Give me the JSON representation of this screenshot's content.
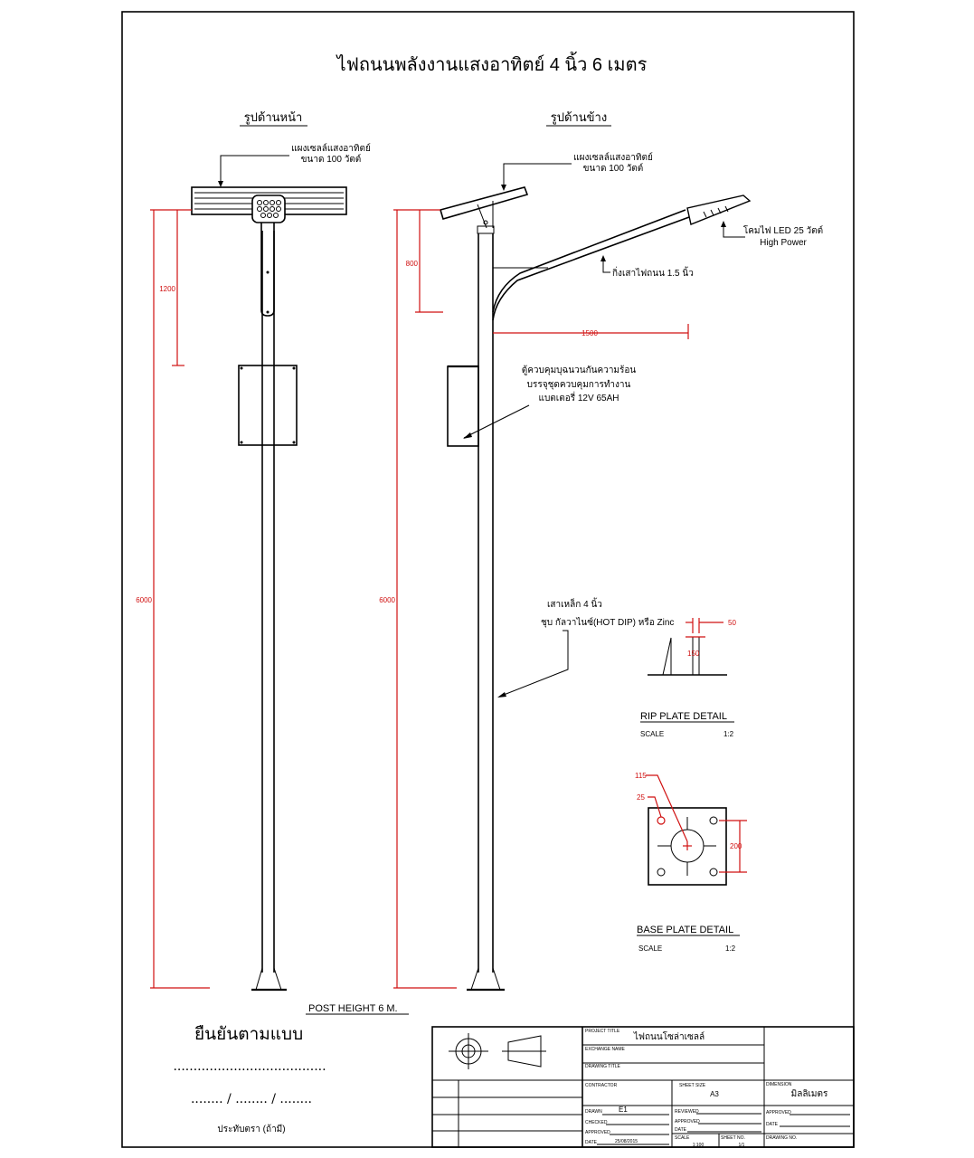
{
  "title": "ไฟถนนพลังงานแสงอาทิตย์  4 นิ้ว 6 เมตร",
  "front_view": {
    "heading": "รูปด้านหน้า",
    "panel_label_1": "แผงเซลล์แสงอาทิตย์",
    "panel_label_2": "ขนาด 100 วัตต์",
    "dim_1200": "1200",
    "dim_6000": "6000"
  },
  "side_view": {
    "heading": "รูปด้านข้าง",
    "panel_label_1": "แผงเซลล์แสงอาทิตย์",
    "panel_label_2": "ขนาด 100 วัตต์",
    "lamp_label_1": "โคมไฟ LED 25 วัตต์",
    "lamp_label_2": "High Power",
    "arm_label": "กิ่งเสาไฟถนน 1.5 นิ้ว",
    "box_label_1": "ตู้ควบคุมบุฉนวนกันความร้อน",
    "box_label_2": "บรรจุชุดควบคุมการทำงาน",
    "box_label_3": "แบตเตอรี่ 12V 65AH",
    "pole_label_1": "เสาเหล็ก 4 นิ้ว",
    "pole_label_2": "ชุบ กัลวาไนซ์(HOT DIP) หรือ Zinc",
    "dim_800": "800",
    "dim_1500": "1500",
    "dim_6000": "6000"
  },
  "rip_plate": {
    "heading": "RIP  PLATE  DETAIL",
    "scale_label": "SCALE",
    "scale_value": "1:2",
    "dim_50": "50",
    "dim_150": "150"
  },
  "base_plate": {
    "heading": "BASE  PLATE  DETAIL",
    "scale_label": "SCALE",
    "scale_value": "1:2",
    "dim_115": "115",
    "dim_25": "25",
    "dim_200": "200"
  },
  "post_height": "POST  HEIGHT 6 M.",
  "confirm": {
    "heading": "ยืนยันตามแบบ",
    "signature_line": "......................................",
    "date_line": "........ / ........ / ........",
    "stamp_note": "ประทับตรา (ถ้ามี)"
  },
  "title_block": {
    "project_title_label": "PROJECT TITLE",
    "project_title": "ไฟถนนโซล่าเซลล์",
    "exchange_name_label": "EXCHANGE NAME",
    "drawing_title_label": "DRAWING TITLE",
    "contractor_label": "CONTRACTOR",
    "sheet_size_label": "SHEET SIZE",
    "sheet_size": "A3",
    "dimension_label": "DIMENSION",
    "dimension": "มิลลิเมตร",
    "drawn_label": "DRAWN",
    "drawn": "E1",
    "checked_label": "CHECKED",
    "approved_label": "APPROVED",
    "date_label": "DATE",
    "date": "25/08/2015",
    "reviewed_label": "REVIEWED",
    "approved2_label": "APPROVED",
    "date2_label": "DATE",
    "approved3_label": "APPROVED",
    "date3_label": "DATE",
    "scale_label": "SCALE",
    "scale": "1:100",
    "sheet_no_label": "SHEET NO.",
    "sheet_no": "1/1",
    "drawing_no_label": "DRAWING NO."
  }
}
